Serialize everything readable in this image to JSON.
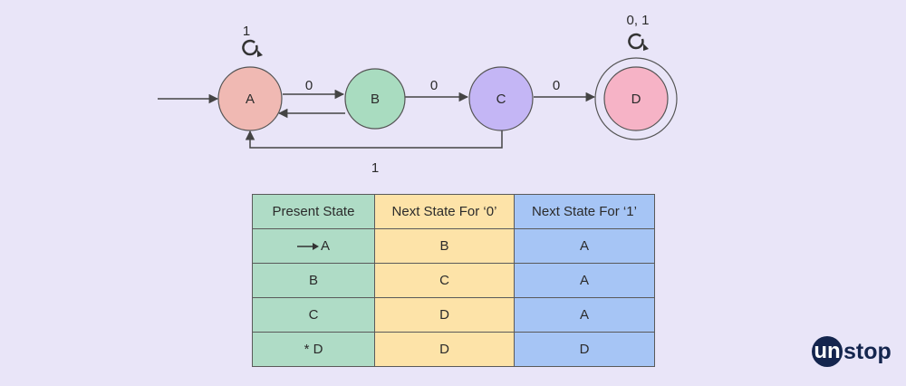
{
  "diagram": {
    "states": [
      "A",
      "B",
      "C",
      "D"
    ],
    "start_state": "A",
    "final_state": "D",
    "state_colors": {
      "A": "#f0b9b3",
      "B": "#a9dcc0",
      "C": "#c4b6f5",
      "D": "#f6b3c6"
    },
    "transitions": [
      {
        "from": "A",
        "to": "A",
        "label": "1"
      },
      {
        "from": "A",
        "to": "B",
        "label": "0"
      },
      {
        "from": "B",
        "to": "A",
        "label": ""
      },
      {
        "from": "B",
        "to": "C",
        "label": "0"
      },
      {
        "from": "C",
        "to": "A",
        "label": "1"
      },
      {
        "from": "C",
        "to": "D",
        "label": "0"
      },
      {
        "from": "D",
        "to": "D",
        "label": "0, 1"
      }
    ]
  },
  "table": {
    "headers": [
      "Present State",
      "Next State For ‘0’",
      "Next State For ‘1’"
    ],
    "rows": [
      {
        "marker": "arrow",
        "present": "A",
        "next0": "B",
        "next1": "A"
      },
      {
        "marker": "",
        "present": "B",
        "next0": "C",
        "next1": "A"
      },
      {
        "marker": "",
        "present": "C",
        "next0": "D",
        "next1": "A"
      },
      {
        "marker": "*",
        "present": "D",
        "next0": "D",
        "next1": "D"
      }
    ],
    "colors": {
      "present": "#afdcc6",
      "next0": "#fde3a8",
      "next1": "#a6c5f5"
    }
  },
  "logo": {
    "badge": "un",
    "text": "stop"
  }
}
